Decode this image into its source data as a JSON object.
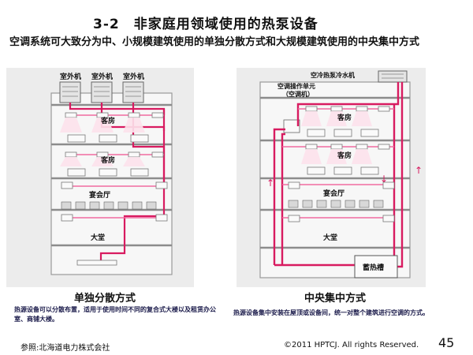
{
  "slide": {
    "title": "3-2　非家庭用领域使用的热泵设备",
    "intro": "空调系统可大致分为中、小规模建筑使用的单独分散方式和大规模建筑使用的中央集中方式",
    "page_number": "45",
    "reference": "参照:北海道电力株式会社",
    "copyright": "©2011 HPTCJ. All rights Reserved."
  },
  "left_diagram": {
    "outdoor_unit_label": "室外机",
    "floor_guest_1": "客房",
    "floor_guest_2": "客房",
    "floor_banquet": "宴会厅",
    "floor_lobby": "大堂",
    "caption": "单独分散方式",
    "note": "热源设备可以分散布置，适用于使用时间不同的复合式大楼以及租赁办公室、商铺大楼。"
  },
  "right_diagram": {
    "chiller_label": "空冷热泵冷水机",
    "ahu_label_1": "空调操作单元",
    "ahu_label_2": "（空调机）",
    "floor_guest_1": "客房",
    "floor_guest_2": "客房",
    "floor_banquet": "宴会厅",
    "floor_lobby": "大堂",
    "storage_label": "蓄热槽",
    "caption": "中央集中方式",
    "note": "热源设备集中安装在屋顶或设备间，统一对整个建筑进行空调的方式。"
  },
  "colors": {
    "pipe": "#d81b60",
    "pipe_light": "#f06ba0",
    "wall": "#9a9a9a",
    "panel_bg": "#ebebeb",
    "building": "#f4f4f4",
    "arrow": "#d81b60"
  }
}
